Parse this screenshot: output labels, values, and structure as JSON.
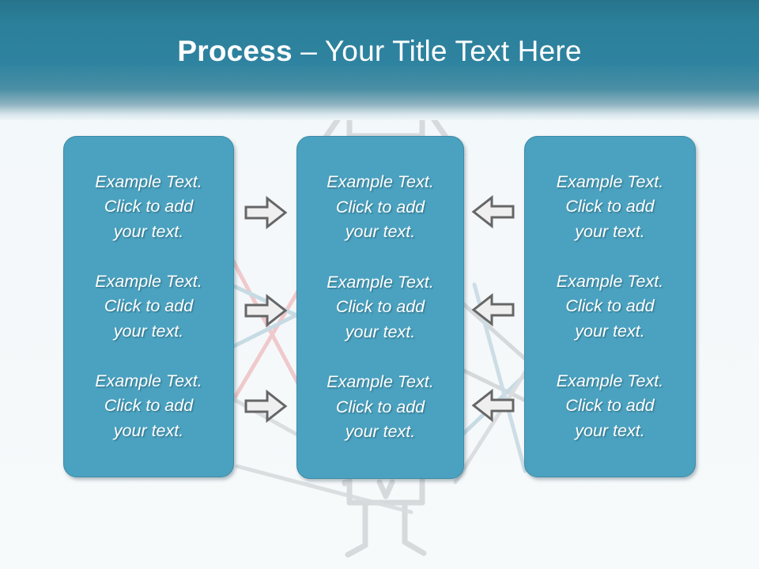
{
  "slide": {
    "title": {
      "strong": "Process",
      "light": " – Your Title Text Here"
    },
    "colors": {
      "header_top": "#27738c",
      "header_bottom": "#eff5f8",
      "box_fill": "#4aa2c0",
      "box_border": "#3d8ba6",
      "background": "#f4f8fa",
      "text": "#ffffff",
      "arrow_fill": "#efefef",
      "arrow_stroke": "#666666",
      "deco_pink": "#f0c4c8",
      "deco_blue": "#c2d8e2",
      "deco_gray": "#d8dcde"
    },
    "columns": [
      {
        "id": "column-1",
        "items": [
          {
            "line1": "Example Text.",
            "line2": "Click  to add",
            "line3": "your text."
          },
          {
            "line1": "Example Text.",
            "line2": "Click  to add",
            "line3": "your text."
          },
          {
            "line1": "Example Text.",
            "line2": "Click  to add",
            "line3": "your text."
          }
        ]
      },
      {
        "id": "column-2",
        "items": [
          {
            "line1": "Example Text.",
            "line2": "Click  to add",
            "line3": "your text."
          },
          {
            "line1": "Example Text.",
            "line2": "Click  to add",
            "line3": "your text."
          },
          {
            "line1": "Example Text.",
            "line2": "Click  to add",
            "line3": "your text."
          }
        ]
      },
      {
        "id": "column-3",
        "items": [
          {
            "line1": "Example Text.",
            "line2": "Click  to add",
            "line3": "your text."
          },
          {
            "line1": "Example Text.",
            "line2": "Click  to add",
            "line3": "your text."
          },
          {
            "line1": "Example Text.",
            "line2": "Click  to add",
            "line3": "your text."
          }
        ]
      }
    ],
    "arrows": {
      "right": [
        {
          "name": "arrow-right-1",
          "direction": "right"
        },
        {
          "name": "arrow-right-2",
          "direction": "right"
        },
        {
          "name": "arrow-right-3",
          "direction": "right"
        }
      ],
      "left": [
        {
          "name": "arrow-left-1",
          "direction": "left"
        },
        {
          "name": "arrow-left-2",
          "direction": "left"
        },
        {
          "name": "arrow-left-3",
          "direction": "left"
        }
      ]
    },
    "decoration": {
      "figure": "stick-figure-line-drawing",
      "lines": "diagonal-crossing-lines"
    }
  }
}
